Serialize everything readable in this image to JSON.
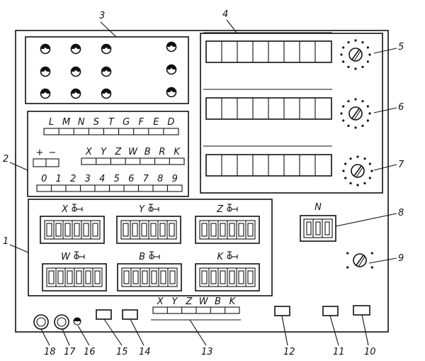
{
  "callouts": [
    "1",
    "2",
    "3",
    "4",
    "5",
    "6",
    "7",
    "8",
    "9",
    "10",
    "11",
    "12",
    "13",
    "14",
    "15",
    "16",
    "17",
    "18"
  ],
  "letters_row": [
    "L",
    "M",
    "N",
    "S",
    "T",
    "G",
    "F",
    "E",
    "D"
  ],
  "sign_labels": [
    "+",
    "−"
  ],
  "axis_labels_mid": [
    "X",
    "Y",
    "Z",
    "W",
    "B",
    "R",
    "K"
  ],
  "digits": [
    "0",
    "1",
    "2",
    "3",
    "4",
    "5",
    "6",
    "7",
    "8",
    "9"
  ],
  "counter_labels": [
    "X",
    "Y",
    "Z",
    "W",
    "B",
    "K"
  ],
  "n_label": "N",
  "bottom_labels": [
    "X",
    "Y",
    "Z",
    "W",
    "B",
    "K"
  ]
}
